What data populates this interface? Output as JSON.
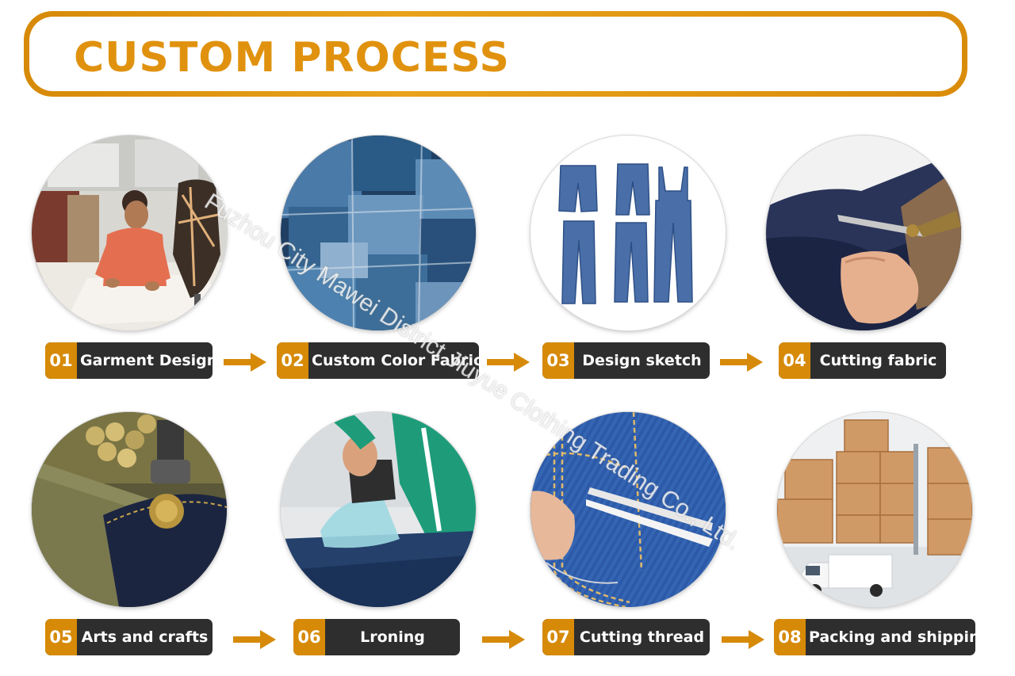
{
  "header": {
    "title": "CUSTOM PROCESS"
  },
  "colors": {
    "accent": "#d68a08",
    "label_bg": "#2e2e2e",
    "text_on_label": "#ffffff"
  },
  "steps": [
    {
      "number": "01",
      "label": "Garment Design",
      "icon": "garment-design-photo"
    },
    {
      "number": "02",
      "label": "Custom Color Fabrics",
      "icon": "denim-fabric-photo"
    },
    {
      "number": "03",
      "label": "Design sketch",
      "icon": "jeans-sketch-illustration"
    },
    {
      "number": "04",
      "label": "Cutting fabric",
      "icon": "scissors-cutting-photo"
    },
    {
      "number": "05",
      "label": "Arts and crafts",
      "icon": "button-press-photo"
    },
    {
      "number": "06",
      "label": "Lroning",
      "icon": "steam-iron-photo"
    },
    {
      "number": "07",
      "label": "Cutting thread",
      "icon": "thread-snipping-photo"
    },
    {
      "number": "08",
      "label": "Packing and shipping",
      "icon": "boxes-truck-photo"
    }
  ],
  "watermark": "Fuzhou City Mawei District Jiuyue Clothing Trading Co., Ltd."
}
